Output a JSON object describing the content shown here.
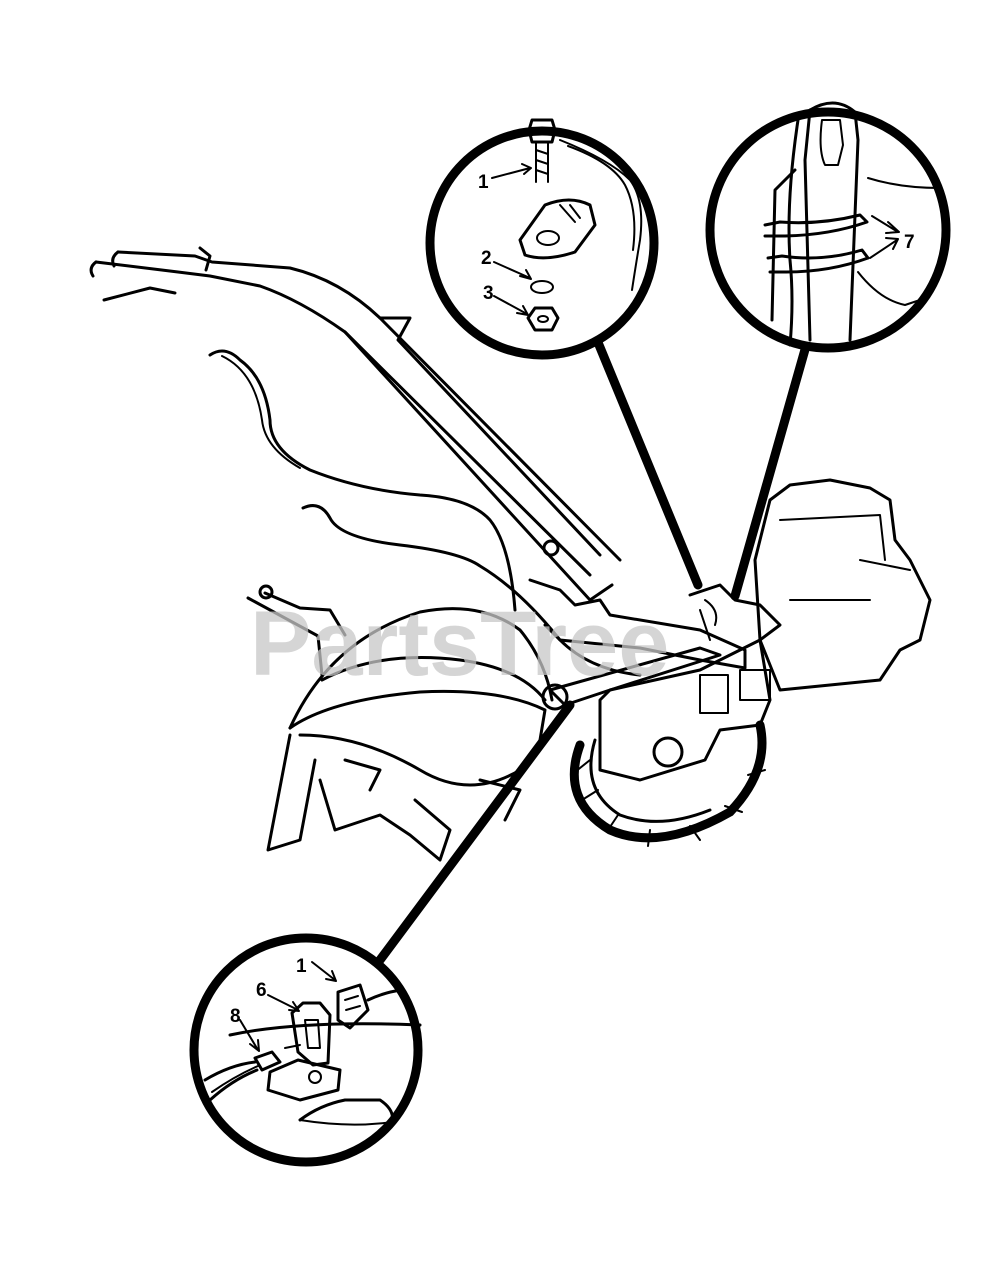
{
  "watermark": "PartsTree",
  "callouts": {
    "top_left": [
      "1",
      "2",
      "3"
    ],
    "top_right": [
      "7"
    ],
    "bottom": [
      "1",
      "6",
      "8"
    ]
  },
  "colors": {
    "line": "#000000",
    "watermark": "#c8c8c8",
    "background": "#ffffff"
  }
}
